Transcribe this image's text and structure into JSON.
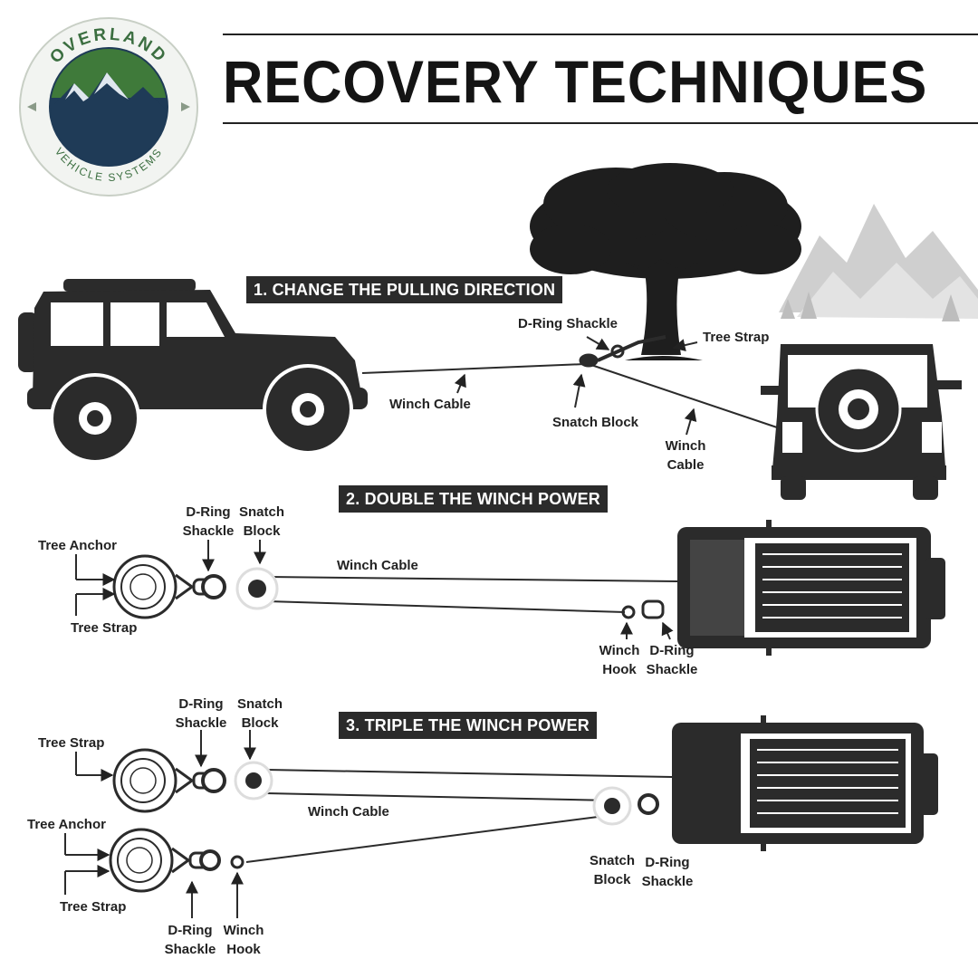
{
  "logo": {
    "top_text": "OVERLAND",
    "bottom_text": "VEHICLE SYSTEMS",
    "colors": {
      "green": "#3f7a3a",
      "navy": "#1f3b57",
      "ring": "#e7ece4",
      "text": "#3b6e40"
    }
  },
  "title": "RECOVERY TECHNIQUES",
  "colors": {
    "ink": "#2b2b2b",
    "banner": "#2b2b2b",
    "banner_text": "#ffffff",
    "mountains": "#c9c9c9"
  },
  "sections": [
    {
      "heading": "1. CHANGE THE PULLING DIRECTION",
      "labels": {
        "d_ring_shackle": "D-Ring Shackle",
        "tree_strap": "Tree Strap",
        "winch_cable_left": "Winch Cable",
        "snatch_block": "Snatch Block",
        "winch_cable_right_1": "Winch",
        "winch_cable_right_2": "Cable"
      }
    },
    {
      "heading": "2. DOUBLE THE WINCH POWER",
      "labels": {
        "d_ring_1": "D-Ring",
        "d_ring_2": "Shackle",
        "snatch_1": "Snatch",
        "snatch_2": "Block",
        "tree_anchor": "Tree Anchor",
        "tree_strap": "Tree Strap",
        "winch_cable": "Winch Cable",
        "winch_hook_1": "Winch",
        "winch_hook_2": "Hook",
        "hook_shackle_1": "D-Ring",
        "hook_shackle_2": "Shackle"
      }
    },
    {
      "heading": "3. TRIPLE THE WINCH POWER",
      "labels": {
        "d_ring_1": "D-Ring",
        "d_ring_2": "Shackle",
        "snatch_1": "Snatch",
        "snatch_2": "Block",
        "tree_strap_top": "Tree Strap",
        "tree_anchor": "Tree Anchor",
        "tree_strap_bottom": "Tree Strap",
        "winch_cable": "Winch Cable",
        "truck_snatch_1": "Snatch",
        "truck_snatch_2": "Block",
        "truck_shackle_1": "D-Ring",
        "truck_shackle_2": "Shackle",
        "bottom_shackle_1": "D-Ring",
        "bottom_shackle_2": "Shackle",
        "bottom_hook_1": "Winch",
        "bottom_hook_2": "Hook"
      }
    }
  ]
}
